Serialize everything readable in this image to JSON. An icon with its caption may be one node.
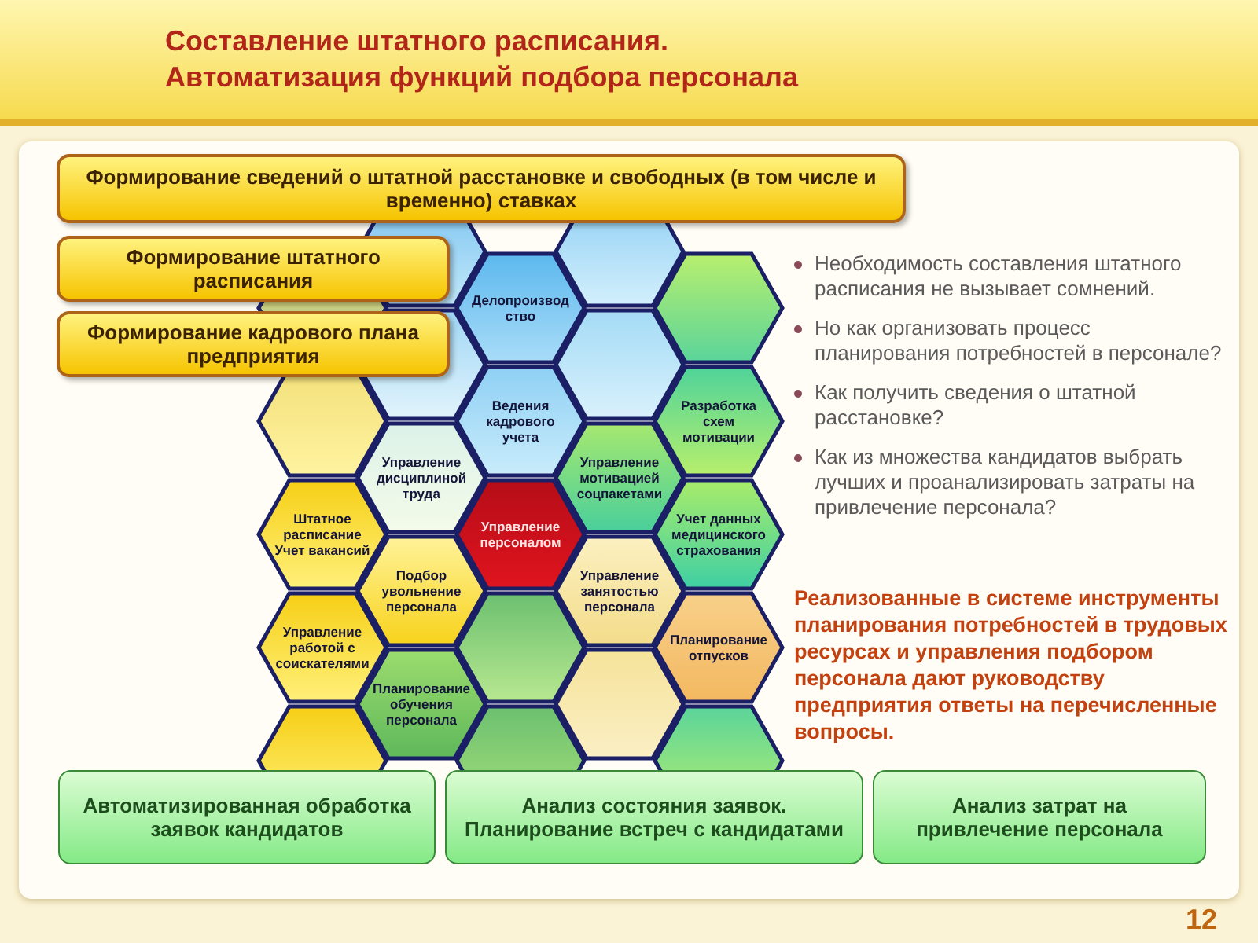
{
  "diagram": {
    "title": "Составление штатного расписания. Автоматизация функций подбора персонала",
    "nodes": [
      {
        "text": [
          "Формирование сведений о штатной расстановке и свободных (в том числе и временно) ставках"
        ]
      },
      {
        "text": [
          "Формирование штатного расписания"
        ]
      },
      {
        "text": [
          "Формирование кадрового плана предприятия"
        ]
      },
      {
        "text": [
          "Делопроизводство"
        ]
      },
      {
        "text": [
          "Ведения кадрового учета"
        ]
      },
      {
        "text": [
          "Разработка схем мотивации"
        ]
      },
      {
        "text": [
          "Управление дисциплиной труда"
        ]
      },
      {
        "text": [
          "Управление мотивацией соцпакетами"
        ]
      },
      {
        "text": [
          "Штатное расписание Учет вакансий"
        ]
      },
      {
        "text": [
          "Управление персоналом"
        ]
      },
      {
        "text": [
          "Учет данных медицинского страхования"
        ]
      },
      {
        "text": [
          "Подбор увольнение персонала"
        ]
      },
      {
        "text": [
          "Управление занятостью персонала"
        ]
      },
      {
        "text": [
          "Управление работой с соискателями"
        ]
      },
      {
        "text": [
          "Планирование отпусков"
        ]
      },
      {
        "text": [
          "Планирование обучения персонала"
        ]
      },
      {
        "text": [
          "Автоматизированная обработка заявок кандидатов"
        ]
      },
      {
        "text": [
          "Анализ состояния заявок. Планирование встреч с кандидатами"
        ]
      },
      {
        "text": [
          "Анализ затрат на привлечение персонала"
        ]
      }
    ],
    "labels": [
      "Необходимость составления штатного расписания не вызывает сомнений.",
      "Но как организовать процесс планирования потребностей в персонале?",
      "Как получить сведения о штатной расстановке?",
      "Как из множества кандидатов выбрать лучших и проанализировать затраты на привлечение персонала?",
      "Реализованные в системе инструменты планирования потребностей в трудовых ресурсах и управления подбором персонала дают руководству предприятия ответы на перечисленные вопросы.",
      "12"
    ]
  }
}
